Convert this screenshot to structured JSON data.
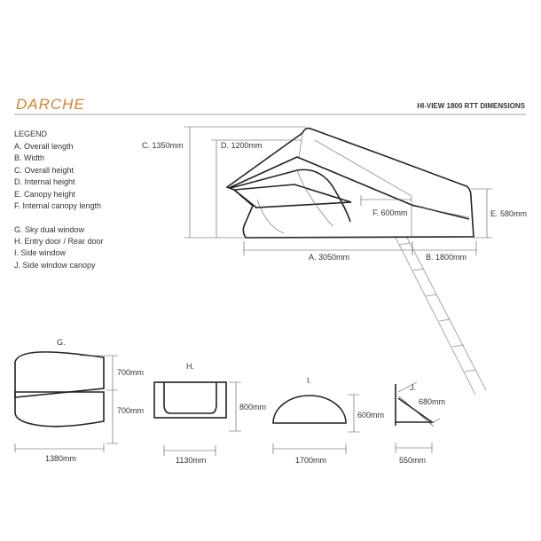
{
  "header": {
    "logo": "DARCHE",
    "title": "HI-VIEW 1800 RTT DIMENSIONS",
    "brand_color": "#d9822b"
  },
  "legend": {
    "heading": "LEGEND",
    "items": [
      "A.  Overall length",
      "B.  Width",
      "C.  Overall height",
      "D. Internal height",
      "E.  Canopy height",
      "F.  Internal canopy length",
      "G.  Sky dual window",
      "H.  Entry door / Rear door",
      "I.   Side window",
      "J.  Side window canopy"
    ]
  },
  "tent": {
    "A": "A. 3050mm",
    "B": "B. 1800mm",
    "C": "C. 1350mm",
    "D": "D. 1200mm",
    "E": "E. 580mm",
    "F": "F. 600mm"
  },
  "details": {
    "G": {
      "label": "G.",
      "h1": "700mm",
      "h2": "700mm",
      "w": "1380mm"
    },
    "H": {
      "label": "H.",
      "h": "800mm",
      "w": "1130mm"
    },
    "I": {
      "label": "I.",
      "h": "600mm",
      "w": "1700mm"
    },
    "J": {
      "label": "J.",
      "diag": "680mm",
      "w": "550mm"
    }
  }
}
